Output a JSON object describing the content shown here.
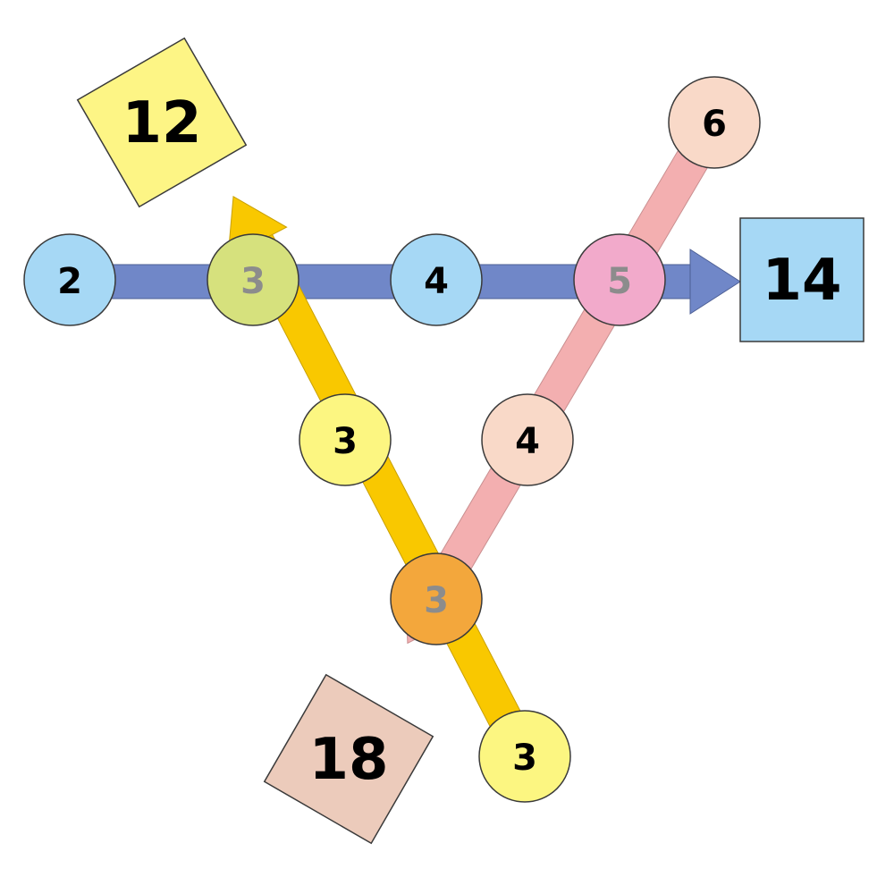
{
  "colors": {
    "blue_path": "#7087c8",
    "yellow_path": "#f9c800",
    "pink_path": "#f3afb0",
    "stroke": "#3a3a3a",
    "text_dark": "#000000",
    "text_dim": "#8c8c8c"
  },
  "paths": [
    {
      "id": "blue",
      "color": "#7087c8"
    },
    {
      "id": "yellow",
      "color": "#f9c800"
    },
    {
      "id": "pink",
      "color": "#f3afb0"
    }
  ],
  "nodes": [
    {
      "id": "blue-start",
      "label": "2",
      "fill": "#a6d8f5"
    },
    {
      "id": "blue-yellow-cross",
      "label": "3",
      "fill": "#d6e17d",
      "dim": true
    },
    {
      "id": "blue-mid",
      "label": "4",
      "fill": "#a6d8f5"
    },
    {
      "id": "blue-pink-cross",
      "label": "5",
      "fill": "#f2aacb",
      "dim": true
    },
    {
      "id": "pink-start",
      "label": "6",
      "fill": "#f9d9c8"
    },
    {
      "id": "pink-mid",
      "label": "4",
      "fill": "#f9d9c8"
    },
    {
      "id": "yellow-mid",
      "label": "3",
      "fill": "#fcf681"
    },
    {
      "id": "yellow-pink-cross",
      "label": "3",
      "fill": "#f3a73c",
      "dim": true
    },
    {
      "id": "yellow-start",
      "label": "3",
      "fill": "#fcf681"
    }
  ],
  "sums": [
    {
      "id": "yellow-sum",
      "label": "12",
      "fill": "#fdf585"
    },
    {
      "id": "blue-sum",
      "label": "14",
      "fill": "#a6d8f5"
    },
    {
      "id": "pink-sum",
      "label": "18",
      "fill": "#eccbbb"
    }
  ]
}
